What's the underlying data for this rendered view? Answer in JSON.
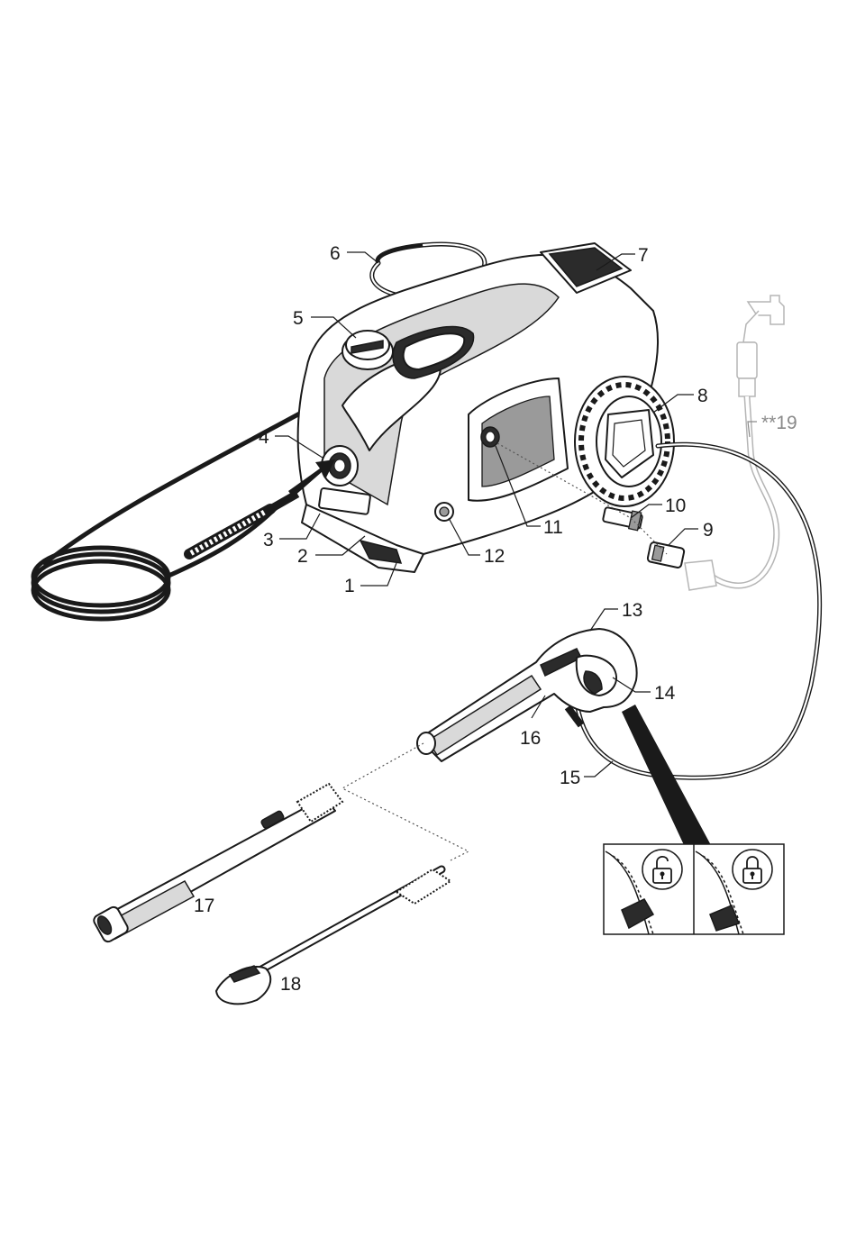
{
  "callouts": {
    "c1": "1",
    "c2": "2",
    "c3": "3",
    "c4": "4",
    "c5": "5",
    "c6": "6",
    "c7": "7",
    "c8": "8",
    "c9": "9",
    "c10": "10",
    "c11": "11",
    "c12": "12",
    "c13": "13",
    "c14": "14",
    "c15": "15",
    "c16": "16",
    "c17": "17",
    "c18": "18",
    "c19": "**19"
  },
  "icons": {
    "unlock": "padlock-open-icon",
    "lock": "padlock-closed-icon"
  },
  "colors": {
    "line": "#1a1a1a",
    "optional_accessory": "#8a8a8a"
  }
}
